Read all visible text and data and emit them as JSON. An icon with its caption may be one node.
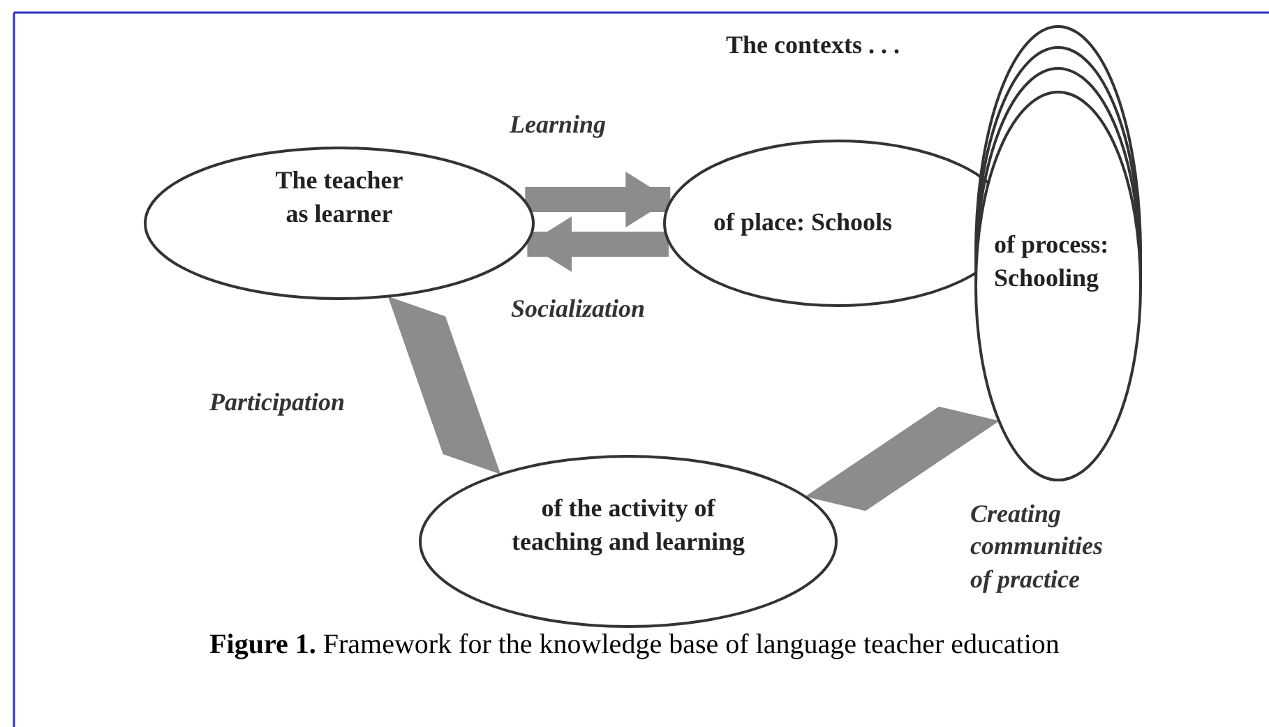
{
  "diagram": {
    "caption": "**Figure 1.** Framework for the knowledge base of language teacher education",
    "nodes": [
      {
        "text": [
          "The teacher as learner"
        ]
      },
      {
        "text": [
          "of place: Schools"
        ]
      },
      {
        "text": [
          "of process: Schooling"
        ]
      },
      {
        "text": [
          "of the activity of teaching and learning"
        ]
      }
    ],
    "edges": [
      {
        "from": 0,
        "to": 1,
        "arrow": "to",
        "label": "Learning"
      },
      {
        "from": 1,
        "to": 0,
        "arrow": "to",
        "label": "Socialization"
      },
      {
        "from": 0,
        "to": 3,
        "arrow": "none",
        "label": "Participation"
      },
      {
        "from": 3,
        "to": 2,
        "arrow": "none",
        "label": "Creating communities of practice"
      }
    ],
    "labels": [
      "The contexts . . ."
    ]
  }
}
